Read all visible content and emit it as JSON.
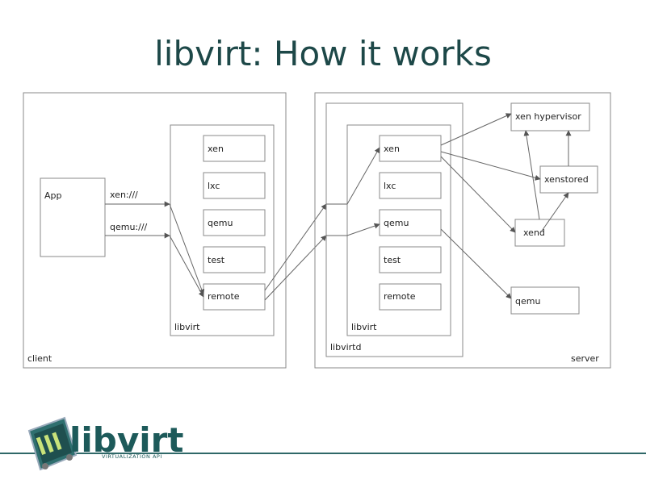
{
  "title": "libvirt: How it works",
  "client": {
    "label": "client",
    "app": "App",
    "uri_xen": "xen:///",
    "uri_qemu": "qemu:///",
    "libvirt_label": "libvirt",
    "drivers": [
      "xen",
      "lxc",
      "qemu",
      "test",
      "remote"
    ]
  },
  "server": {
    "label": "server",
    "libvirtd_label": "libvirtd",
    "libvirt_label": "libvirt",
    "drivers": [
      "xen",
      "lxc",
      "qemu",
      "test",
      "remote"
    ],
    "xen_hypervisor": "xen hypervisor",
    "xenstored": "xenstored",
    "xend": "xend",
    "qemu": "qemu"
  },
  "logo": {
    "text": "libvirt",
    "subtitle": "VIRTUALIZATION API"
  }
}
